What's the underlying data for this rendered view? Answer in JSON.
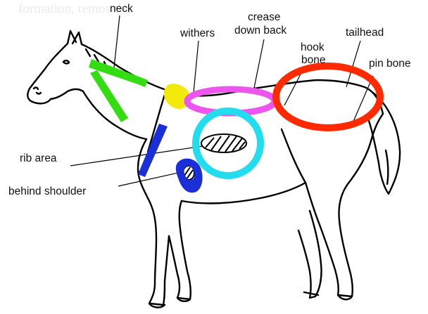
{
  "background_text": [
    "formation, removal c",
    "",
    "",
    "",
    "",
    "",
    "",
    "",
    "",
    "",
    "",
    "",
    "",
    "",
    "",
    "",
    ""
  ],
  "labels": {
    "neck": "neck",
    "withers": "withers",
    "crease_line1": "crease",
    "crease_line2": "down back",
    "hook_line1": "hook",
    "hook_line2": "bone",
    "tailhead": "tailhead",
    "pin_bone": "pin bone",
    "rib_area": "rib area",
    "behind_shoulder": "behind shoulder"
  },
  "colors": {
    "neck": "#33dd11",
    "withers": "#f2ea0a",
    "crease": "#ee55ee",
    "hook_pin": "#ff2a00",
    "rib": "#22ddee",
    "shoulder": "#1a2fd8",
    "outline": "#000000"
  }
}
